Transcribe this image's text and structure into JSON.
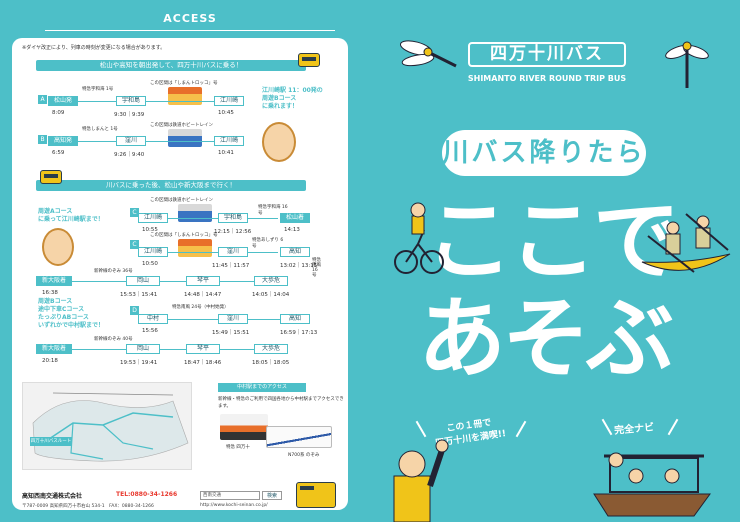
{
  "left": {
    "access_title": "ACCESS",
    "note": "※ダイヤ改正により、列車の時刻が変更になる場合があります。",
    "sec1_title": "松山や高知を朝出発して、四万十川バスに乗る！",
    "sec2_title": "川バスに乗った後、松山や新大阪まで行く！",
    "route_a": {
      "tag": "A",
      "from": "松山発",
      "from_time": "8:09",
      "train_name": "特急宇和海 1号",
      "via": "宇和島",
      "via_time": "9:30｜9:39",
      "train_note": "この区間は「しまんトロッコ」号",
      "to": "江川崎",
      "to_time": "10:45"
    },
    "route_b": {
      "tag": "B",
      "from": "高知発",
      "from_time": "6:59",
      "train_name": "特急しまんと 1号",
      "via": "窪川",
      "via_time": "9:26｜9:40",
      "train_note": "この区間は鉄道ホビートレイン",
      "to": "江川崎",
      "to_time": "10:41"
    },
    "callout1": "江川崎駅 11：00発の\n周遊Bコース\nに乗れます！",
    "callout2": "周遊Aコース\nに乗って江川崎駅まで！",
    "callout3": "周遊Bコース\n途中下車Cコース\nたっぷりABコース\nいずれかで中村駅まで！",
    "route_c1": {
      "tag": "C",
      "from": "江川崎",
      "from_time": "10:55",
      "train_note": "この区間は鉄道ホビートレイン",
      "via": "宇和島",
      "via_time": "12:15｜12:56",
      "train_name": "特急宇和海 16号",
      "to": "松山着",
      "to_time": "14:13"
    },
    "route_c2": {
      "tag": "C",
      "from": "江川崎",
      "from_time": "10:50",
      "train_note": "この区間は「しまんトロッコ」号",
      "via": "窪川",
      "via_time": "11:45｜11:57",
      "train_name": "特急あしずり 6号",
      "to": "高知",
      "to_time": "13:02｜13:15",
      "train_name2": "特急南風 16号"
    },
    "row_osaka1": {
      "start": "新大阪着",
      "start_time": "16:38",
      "note": "新幹線のぞみ 36号",
      "a": "岡山",
      "a_time": "15:53｜15:41",
      "b": "琴平",
      "b_time": "14:48｜14:47",
      "c": "大歩危",
      "c_time": "14:05｜14:04"
    },
    "route_d": {
      "tag": "D",
      "from": "中村",
      "from_time": "15:56",
      "train_name": "特急南風 24号（中村始発）",
      "via": "窪川",
      "via_time": "15:49｜15:51",
      "to": "高知",
      "to_time": "16:59｜17:13"
    },
    "row_osaka2": {
      "start": "新大阪着",
      "start_time": "20:18",
      "note": "新幹線のぞみ 40号",
      "a": "岡山",
      "a_time": "19:53｜19:41",
      "b": "琴平",
      "b_time": "18:47｜18:46",
      "c": "大歩危",
      "c_time": "18:05｜18:05"
    },
    "map_badge": "四万十川バスルート",
    "access_sub": "中村駅までのアクセス",
    "access_text": "新幹線・特急のご利用で四国各地から中村駅までアクセスできます。",
    "train_cap1": "特急 四万十",
    "train_cap2": "N700系 のぞみ",
    "company": "高知西南交通株式会社",
    "tel": "TEL:0880-34-1266",
    "address": "〒787-0009 高知県四万十市右山 534-1　FAX：0880-34-1266",
    "search_placeholder": "西南交通",
    "search_button": "検索",
    "url": "http://www.kochi-seinan.co.jp/"
  },
  "right": {
    "brand": "四万十川バス",
    "brand_sub": "SHIMANTO RIVER ROUND TRIP BUS",
    "banner": "川バス降りたら",
    "headline1": "ここで",
    "headline2": "あそぶ",
    "bubble_left": "この１冊で\n四万十川を満喫!!",
    "bubble_right": "完全ナビ"
  },
  "colors": {
    "accent": "#4dbfc8",
    "dark": "#1e5566",
    "yellow": "#f0c419",
    "red": "#e8392e"
  }
}
